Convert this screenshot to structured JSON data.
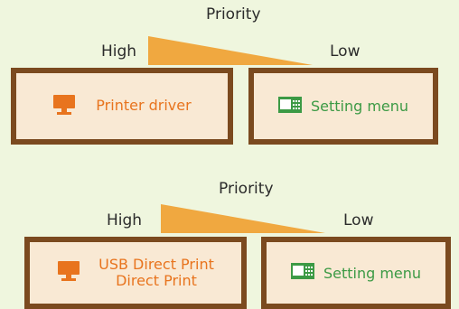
{
  "diagrams": [
    {
      "priority_label": "Priority",
      "high_label": "High",
      "low_label": "Low",
      "left_box": {
        "lines": [
          "Printer driver"
        ],
        "icon": "computer-monitor-icon"
      },
      "right_box": {
        "lines": [
          "Setting menu"
        ],
        "icon": "control-panel-icon"
      }
    },
    {
      "priority_label": "Priority",
      "high_label": "High",
      "low_label": "Low",
      "left_box": {
        "lines": [
          "USB Direct Print",
          "Direct Print"
        ],
        "icon": "computer-monitor-icon"
      },
      "right_box": {
        "lines": [
          "Setting menu"
        ],
        "icon": "control-panel-icon"
      }
    }
  ],
  "colors": {
    "background": "#eff6de",
    "triangle": "#f0a840",
    "box_border": "#7b4a1f",
    "box_fill": "#f9e9d4",
    "orange_text": "#e8741e",
    "green_text": "#3c9a45"
  }
}
